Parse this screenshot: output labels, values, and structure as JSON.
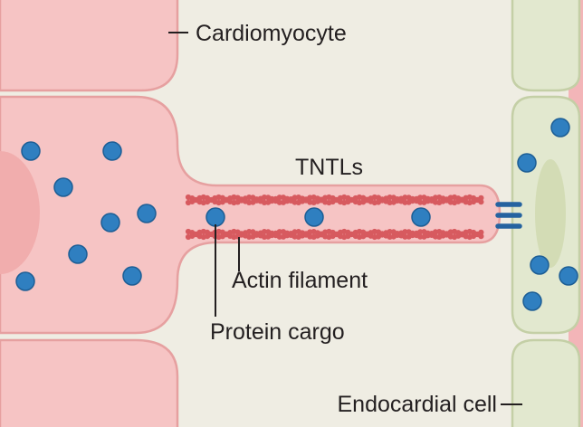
{
  "labels": {
    "cardiomyocyte": "Cardiomyocyte",
    "tntls": "TNTLs",
    "actin_filament": "Actin filament",
    "protein_cargo": "Protein cargo",
    "endocardial_cell": "Endocardial cell"
  },
  "colors": {
    "background": "#efede3",
    "cardiomyocyte_fill": "#f6c4c4",
    "cardiomyocyte_stroke": "#e6a0a0",
    "cardiomyocyte_nucleus": "#f1adad",
    "endocardial_fill": "#e2e8cf",
    "endocardial_stroke": "#c4cfa6",
    "endocardial_nucleus": "#d3dcb5",
    "actin": "#d75a5f",
    "protein_cargo": "#2f7fc0",
    "protein_cargo_outline": "#1d5e95",
    "junction": "#2563a0",
    "leader_line": "#231f20"
  },
  "icons": {
    "protein_cargo": "blue-dot-icon",
    "junction": "junction-bars-icon"
  }
}
